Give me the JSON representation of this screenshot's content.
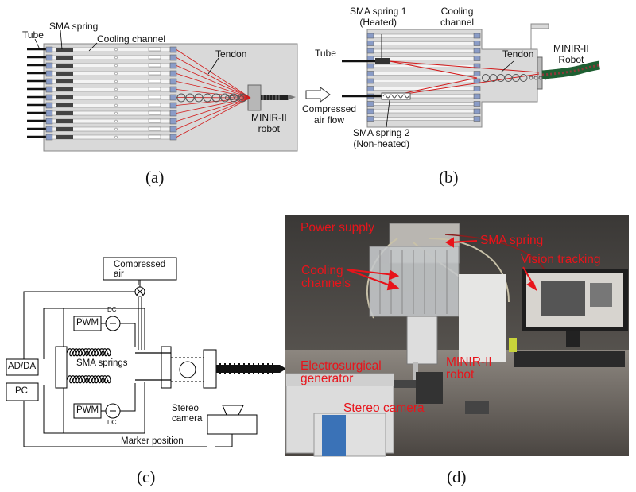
{
  "panel_a": {
    "caption": "(a)",
    "tube": "Tube",
    "sma_spring": "SMA spring",
    "cooling_channel": "Cooling channel",
    "tendon": "Tendon",
    "robot_line1": "MINIR-II",
    "robot_line2": "robot"
  },
  "panel_b": {
    "caption": "(b)",
    "sma1_line1": "SMA spring 1",
    "sma1_line2": "(Heated)",
    "cooling_line1": "Cooling",
    "cooling_line2": "channel",
    "tube": "Tube",
    "tendon": "Tendon",
    "robot_line1": "MINIR-II",
    "robot_line2": "Robot",
    "air_line1": "Compressed",
    "air_line2": "air flow",
    "sma2_line1": "SMA spring 2",
    "sma2_line2": "(Non-heated)"
  },
  "panel_c": {
    "caption": "(c)",
    "compressed_line1": "Compressed",
    "compressed_line2": "air",
    "pwm_top": "PWM",
    "pwm_bottom": "PWM",
    "dc_top": "DC",
    "dc_bottom": "DC",
    "adda": "AD/DA",
    "pc": "PC",
    "sma_springs": "SMA springs",
    "stereo_line1": "Stereo",
    "stereo_line2": "camera",
    "marker": "Marker position"
  },
  "panel_d": {
    "caption": "(d)",
    "power_supply": "Power supply",
    "sma_spring": "SMA spring",
    "vision_tracking": "Vision tracking",
    "cooling_line1": "Cooling",
    "cooling_line2": "channels",
    "robot_line1": "MINIR-II",
    "robot_line2": "robot",
    "electro_line1": "Electrosurgical",
    "electro_line2": "generator",
    "stereo_camera": "Stereo camera"
  },
  "colors": {
    "annotation_red": "#e8141b",
    "tendon_red": "#d21a1a",
    "platform_gray": "#d9d9d9"
  }
}
